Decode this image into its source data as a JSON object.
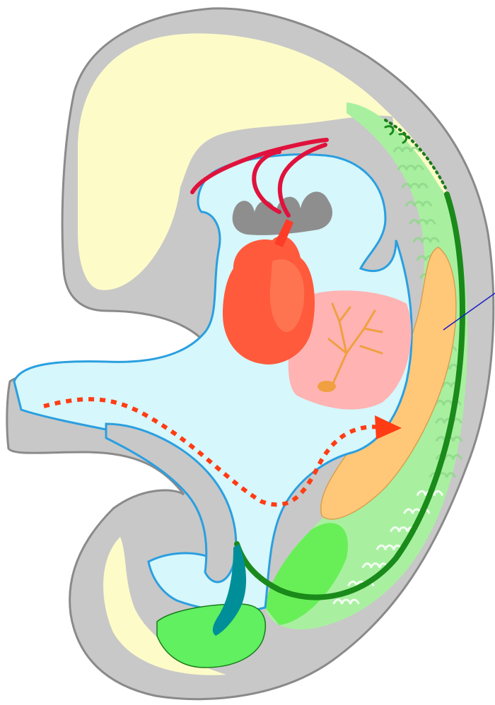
{
  "diagram": {
    "type": "embryo-sagittal-section",
    "labels": [],
    "colors": {
      "background": "#ffffff",
      "body_tissue": "#c8c8c8",
      "body_outline": "#8a8a8a",
      "ectoderm_yellow": "#fdfbc8",
      "endoderm_lumen": "#d6f7fb",
      "endoderm_outline": "#2a9fe0",
      "pharyngeal_pouches": "#8e8e8e",
      "heart": "#ff5a3c",
      "aortic_arches": "#e0123c",
      "liver_pink": "#ffb3b3",
      "bile_tree": "#f0a040",
      "mesonephros_orange": "#ffc878",
      "somite_green": "#a8f0a0",
      "somite_bright": "#60ee50",
      "duct_dark_green": "#1a8a1a",
      "allantois_green": "#60f060",
      "allantois_stalk_teal": "#008f98",
      "migration_arrow": "#ff3c14",
      "pointer_line": "#1a1acc"
    },
    "elements": [
      "embryo-body",
      "neural-yellow",
      "pharyngeal-region",
      "foregut-endoderm",
      "heart",
      "aortic-arches",
      "liver-bud",
      "biliary-tree",
      "mesonephros",
      "somites",
      "nephric-duct",
      "allantois",
      "allantoic-stalk",
      "migration-path-arrow",
      "pointer-line"
    ]
  }
}
